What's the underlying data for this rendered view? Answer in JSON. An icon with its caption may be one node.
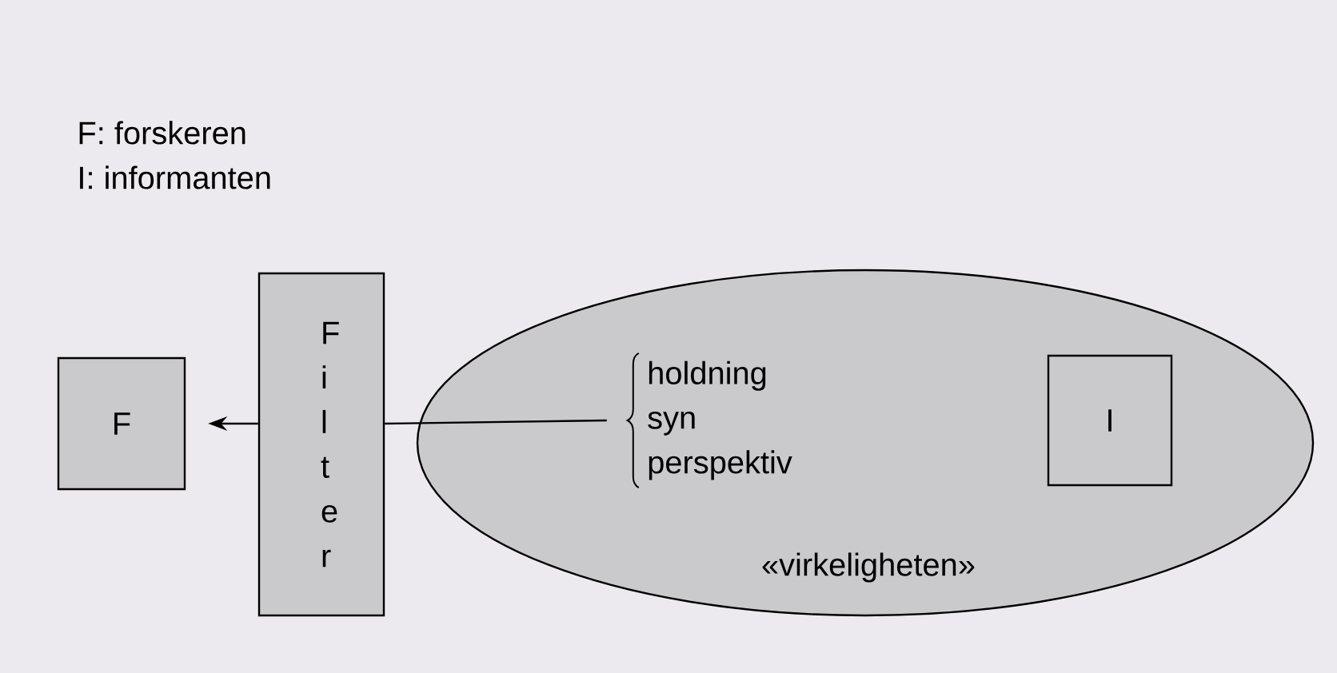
{
  "diagram": {
    "nodes": [
      {
        "text": [
          "F"
        ]
      },
      {
        "text": [
          "F i l t e r"
        ]
      },
      {
        "text": [
          "«virkeligheten»"
        ]
      },
      {
        "text": [
          "holdning",
          "syn",
          "perspektiv"
        ],
        "in": 2
      },
      {
        "text": [
          "I"
        ],
        "in": 2
      }
    ],
    "edges": [
      {
        "from": 3,
        "to": 1,
        "arrow": "none"
      },
      {
        "from": 1,
        "to": 0,
        "arrow": "to"
      }
    ],
    "labels": [
      "F: forskeren",
      "I: informanten"
    ]
  }
}
